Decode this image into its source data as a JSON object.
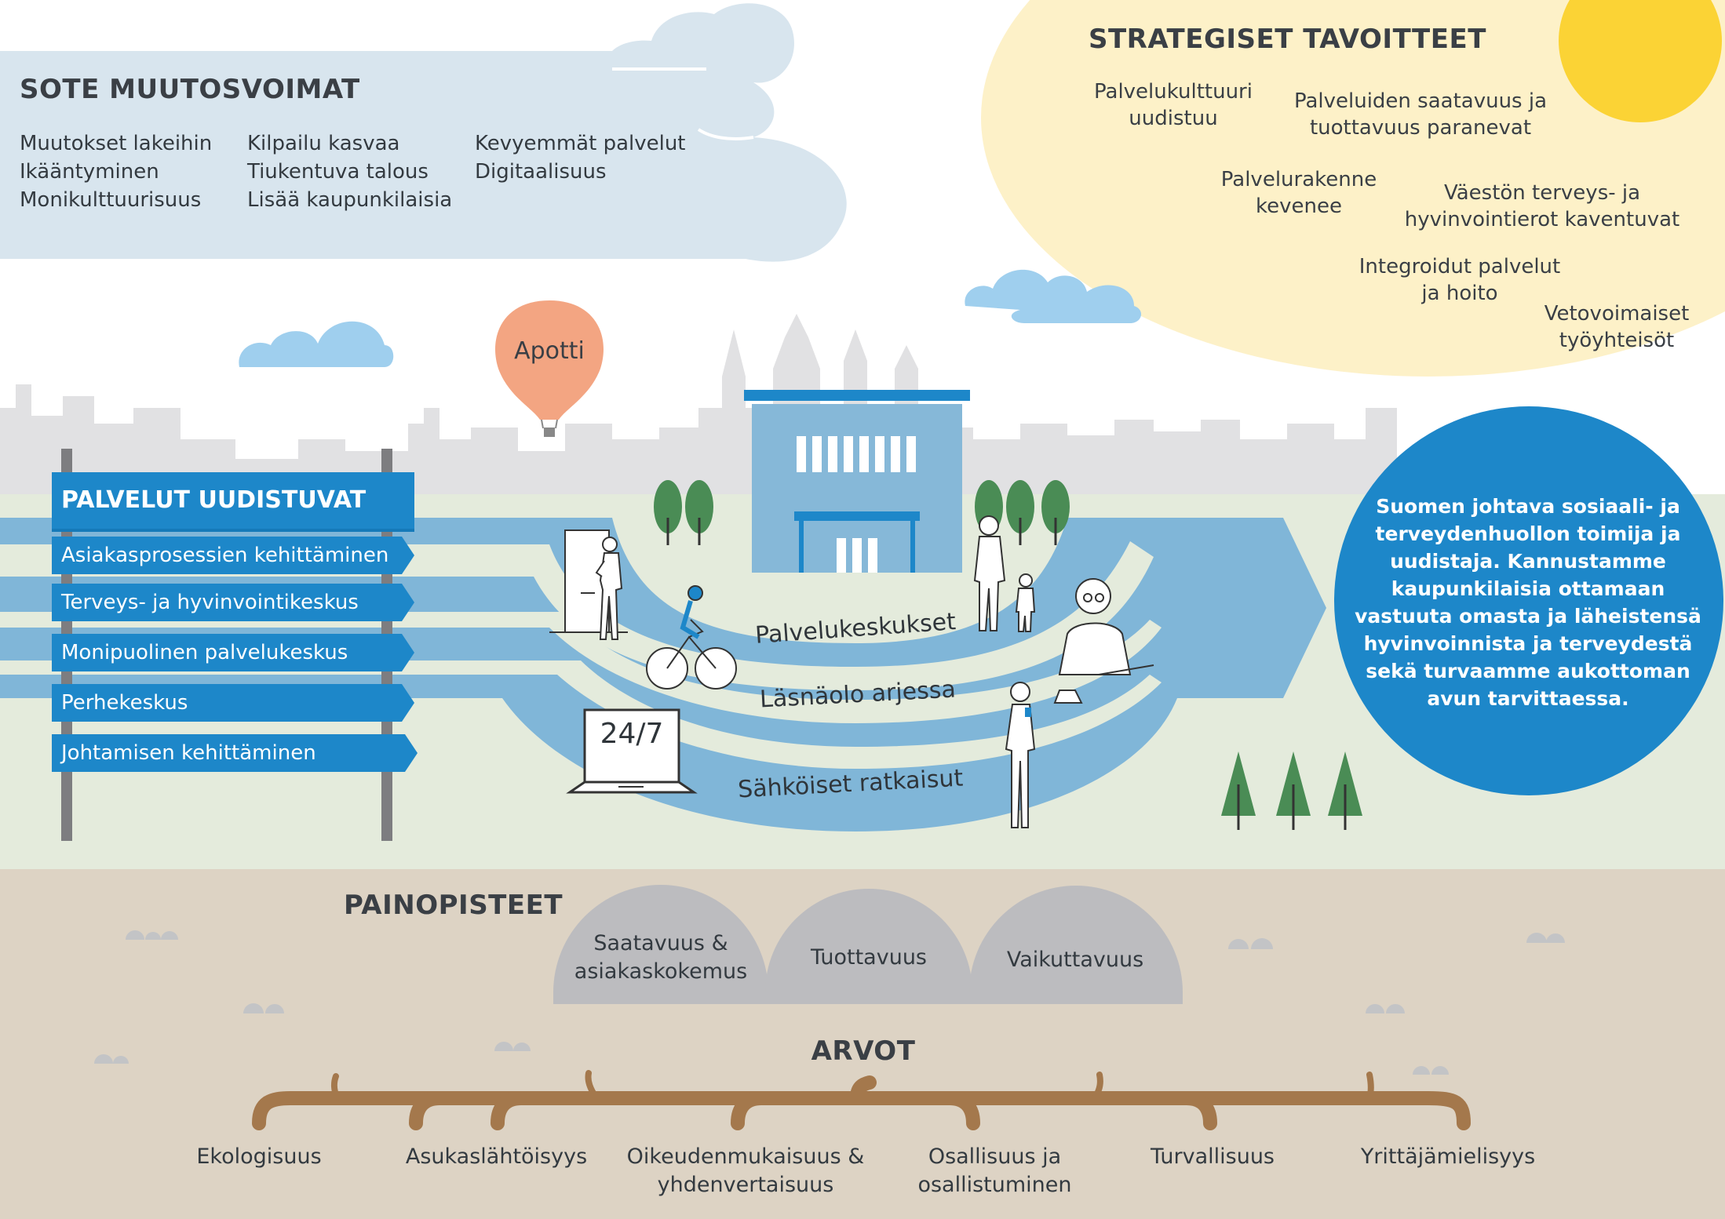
{
  "muutosvoimat": {
    "title": "SOTE MUUTOSVOIMAT",
    "columns": [
      [
        "Muutokset lakeihin",
        "Ikääntyminen",
        "Monikulttuurisuus"
      ],
      [
        "Kilpailu kasvaa",
        "Tiukentuva talous",
        "Lisää kaupunkilaisia"
      ],
      [
        "Kevyemmät palvelut",
        "Digitaalisuus"
      ]
    ]
  },
  "tavoitteet": {
    "title": "STRATEGISET TAVOITTEET",
    "items": [
      [
        "Palvelukulttuuri",
        "uudistuu"
      ],
      [
        "Palveluiden saatavuus ja",
        "tuottavuus paranevat"
      ],
      [
        "Palvelurakenne",
        "kevenee"
      ],
      [
        "Väestön terveys- ja",
        "hyvinvointierot kaventuvat"
      ],
      [
        "Integroidut palvelut",
        "ja hoito"
      ],
      [
        "Vetovoimaiset",
        "työyhteisöt"
      ]
    ]
  },
  "balloon": {
    "label": "Apotti"
  },
  "palvelut": {
    "title": "PALVELUT UUDISTUVAT",
    "items": [
      "Asiakasprosessien kehittäminen",
      "Terveys- ja hyvinvointikeskus",
      "Monipuolinen palvelukeskus",
      "Perhekeskus",
      "Johtamisen kehittäminen"
    ]
  },
  "paths": {
    "labels": [
      "Palvelukeskukset",
      "Läsnäolo arjessa",
      "Sähköiset ratkaisut"
    ],
    "laptop": "24/7"
  },
  "mission": {
    "text": "Suomen johtava sosiaali- ja terveydenhuollon toimija ja uudistaja. Kannustamme kaupunkilaisia ottamaan vastuuta omasta ja läheistensä hyvinvoinnista ja terveydestä sekä turvaamme aukottoman avun tarvittaessa."
  },
  "painopisteet": {
    "title": "PAINOPISTEET",
    "items": [
      [
        "Saatavuus &",
        "asiakaskokemus"
      ],
      [
        "Tuottavuus"
      ],
      [
        "Vaikuttavuus"
      ]
    ]
  },
  "arvot": {
    "title": "ARVOT",
    "items": [
      [
        "Ekologisuus"
      ],
      [
        "Asukaslähtöisyys"
      ],
      [
        "Oikeudenmukaisuus &",
        "yhdenvertaisuus"
      ],
      [
        "Osallisuus ja",
        "osallistuminen"
      ],
      [
        "Turvallisuus"
      ],
      [
        "Yrittäjämielisyys"
      ]
    ]
  },
  "colors": {
    "sky": "#d8e5ee",
    "sun_glow": "#fdf1c8",
    "sun": "#fbd335",
    "ground": "#e4ebdc",
    "path": "#80b6d8",
    "accent_blue": "#1d87c9",
    "earth": "#ddd3c4",
    "root": "#a4784c",
    "dome": "#bcbcbf",
    "balloon": "#f3a582"
  }
}
